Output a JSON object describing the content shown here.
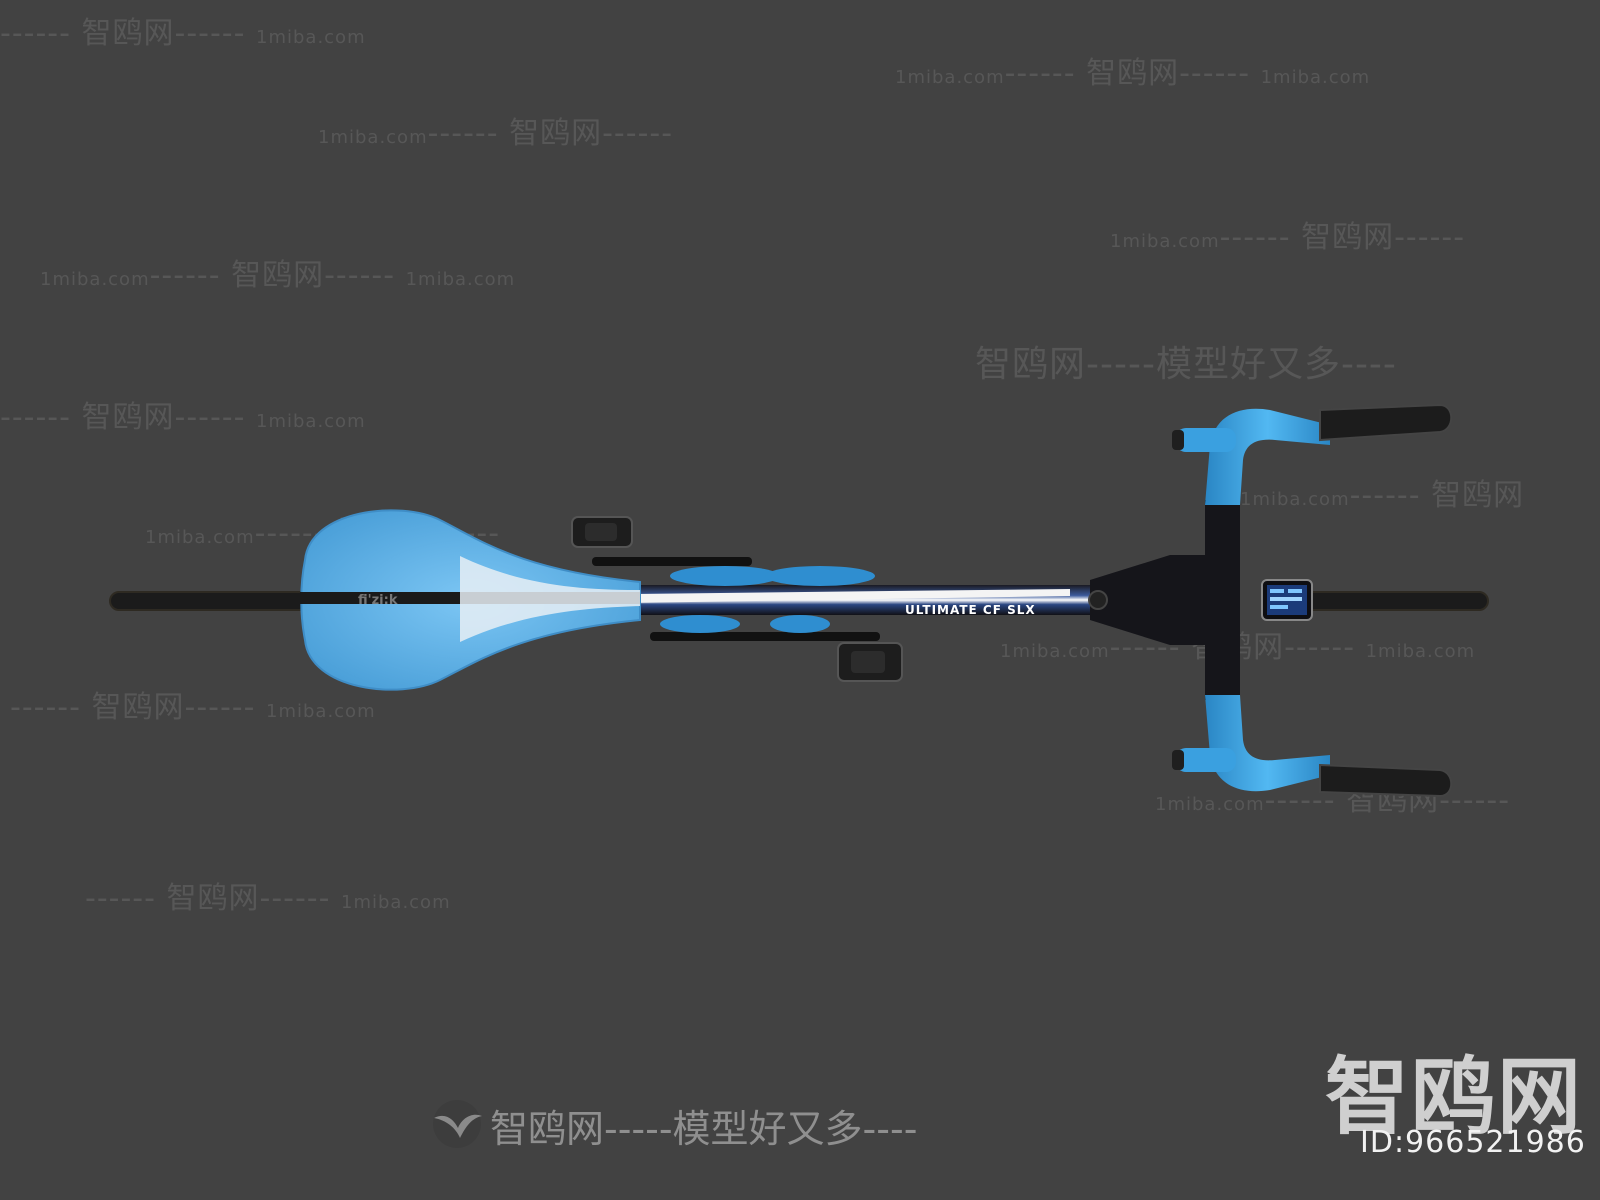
{
  "watermark": {
    "site": "1miba.com",
    "brand": "智鸥网",
    "dashes": "------",
    "slogan": "智鸥网-----模型好又多----"
  },
  "logo": {
    "text": "智鸥网",
    "id_text": "ID:966521986"
  },
  "bike": {
    "saddle_brand": "fi'zi:k",
    "frame_text": "ULTIMATE CF SLX"
  },
  "colors": {
    "background": "#424242",
    "bar_tape": "#3aa0e0",
    "frame": "#111116",
    "saddle": "#5ab0ea"
  }
}
